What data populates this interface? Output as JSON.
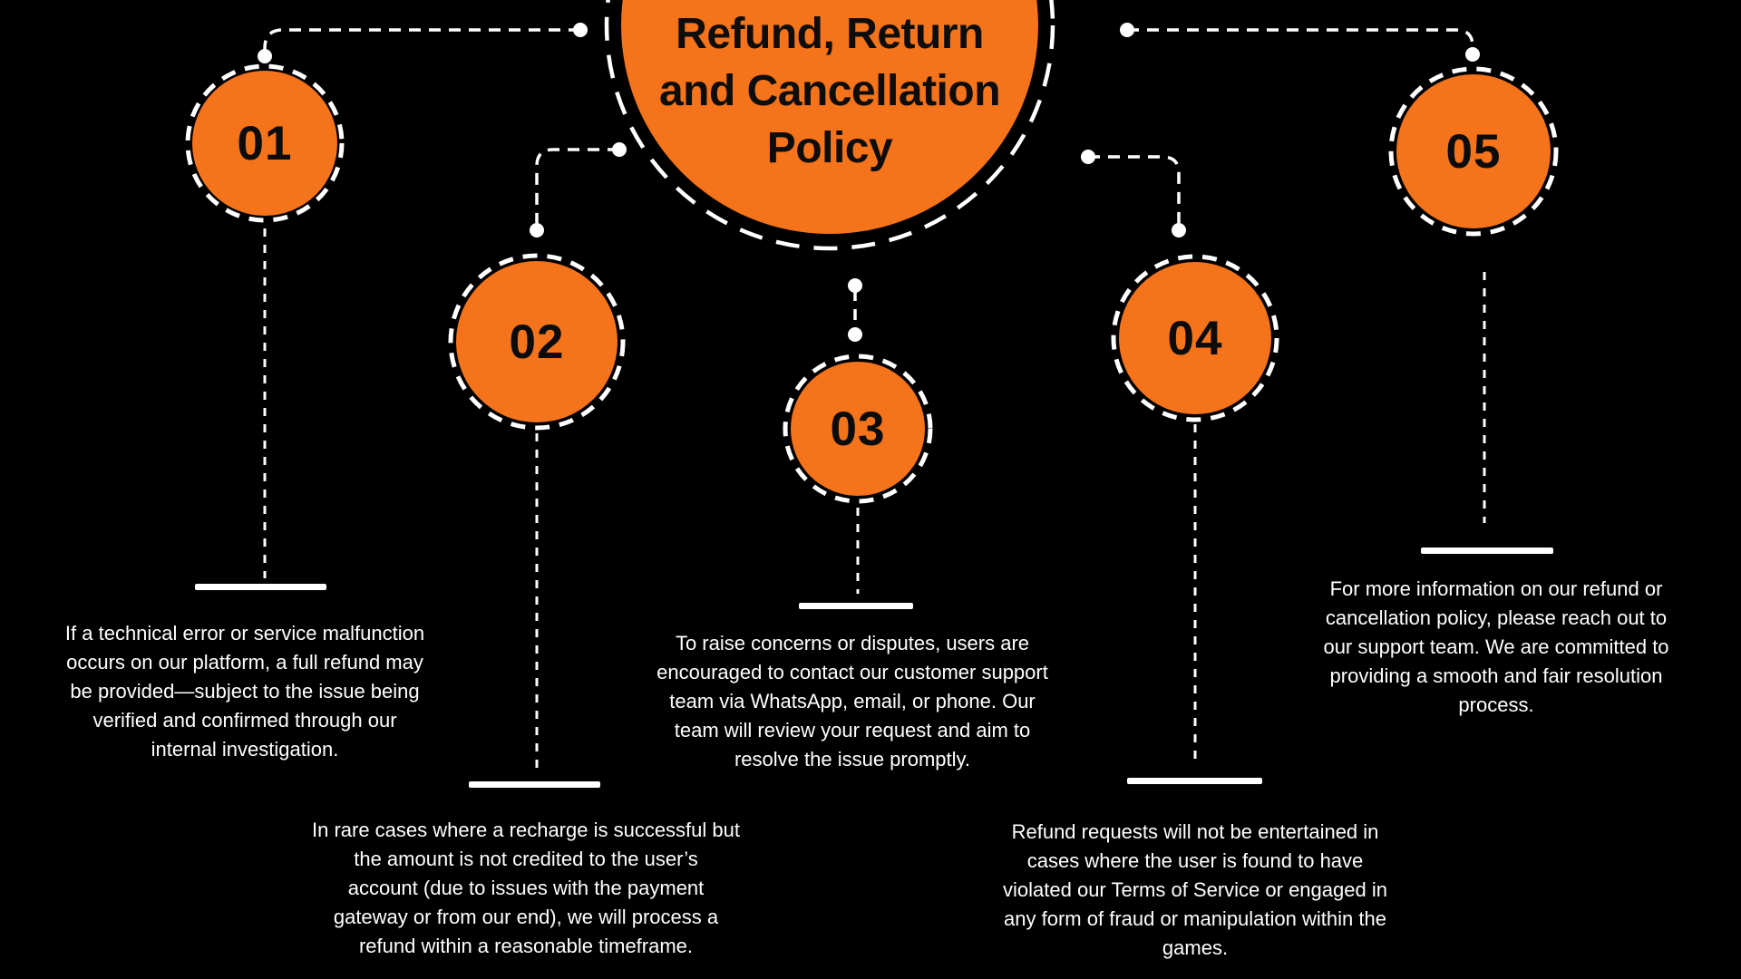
{
  "header": {
    "title": "Refund, Return\nand Cancellation\nPolicy"
  },
  "colors": {
    "background": "#000000",
    "accent_orange": "#F4731B",
    "text_light": "#FFFFFF",
    "text_dark": "#0D0D0D"
  },
  "steps": [
    {
      "number": "01",
      "description": "If a technical error or service malfunction\noccurs on our platform, a full refund may\nbe provided—subject to the issue being\nverified and confirmed through our\ninternal investigation."
    },
    {
      "number": "02",
      "description": "In rare cases where a recharge is successful but\nthe amount is not credited to the user’s\naccount (due to issues with the payment\ngateway or from our end), we will process a\nrefund within a reasonable timeframe."
    },
    {
      "number": "03",
      "description": "To raise concerns or disputes, users are\nencouraged to contact our customer support\nteam via WhatsApp, email, or phone. Our\nteam will review your request and aim to\nresolve the issue promptly."
    },
    {
      "number": "04",
      "description": "Refund requests will not be entertained in\ncases where the user is found to have\nviolated our Terms of Service or engaged in\nany form of fraud or manipulation within the\ngames."
    },
    {
      "number": "05",
      "description": "For more information on our refund or\ncancellation policy, please reach out to\nour support team. We are committed to\nproviding a smooth and fair resolution\nprocess."
    }
  ]
}
